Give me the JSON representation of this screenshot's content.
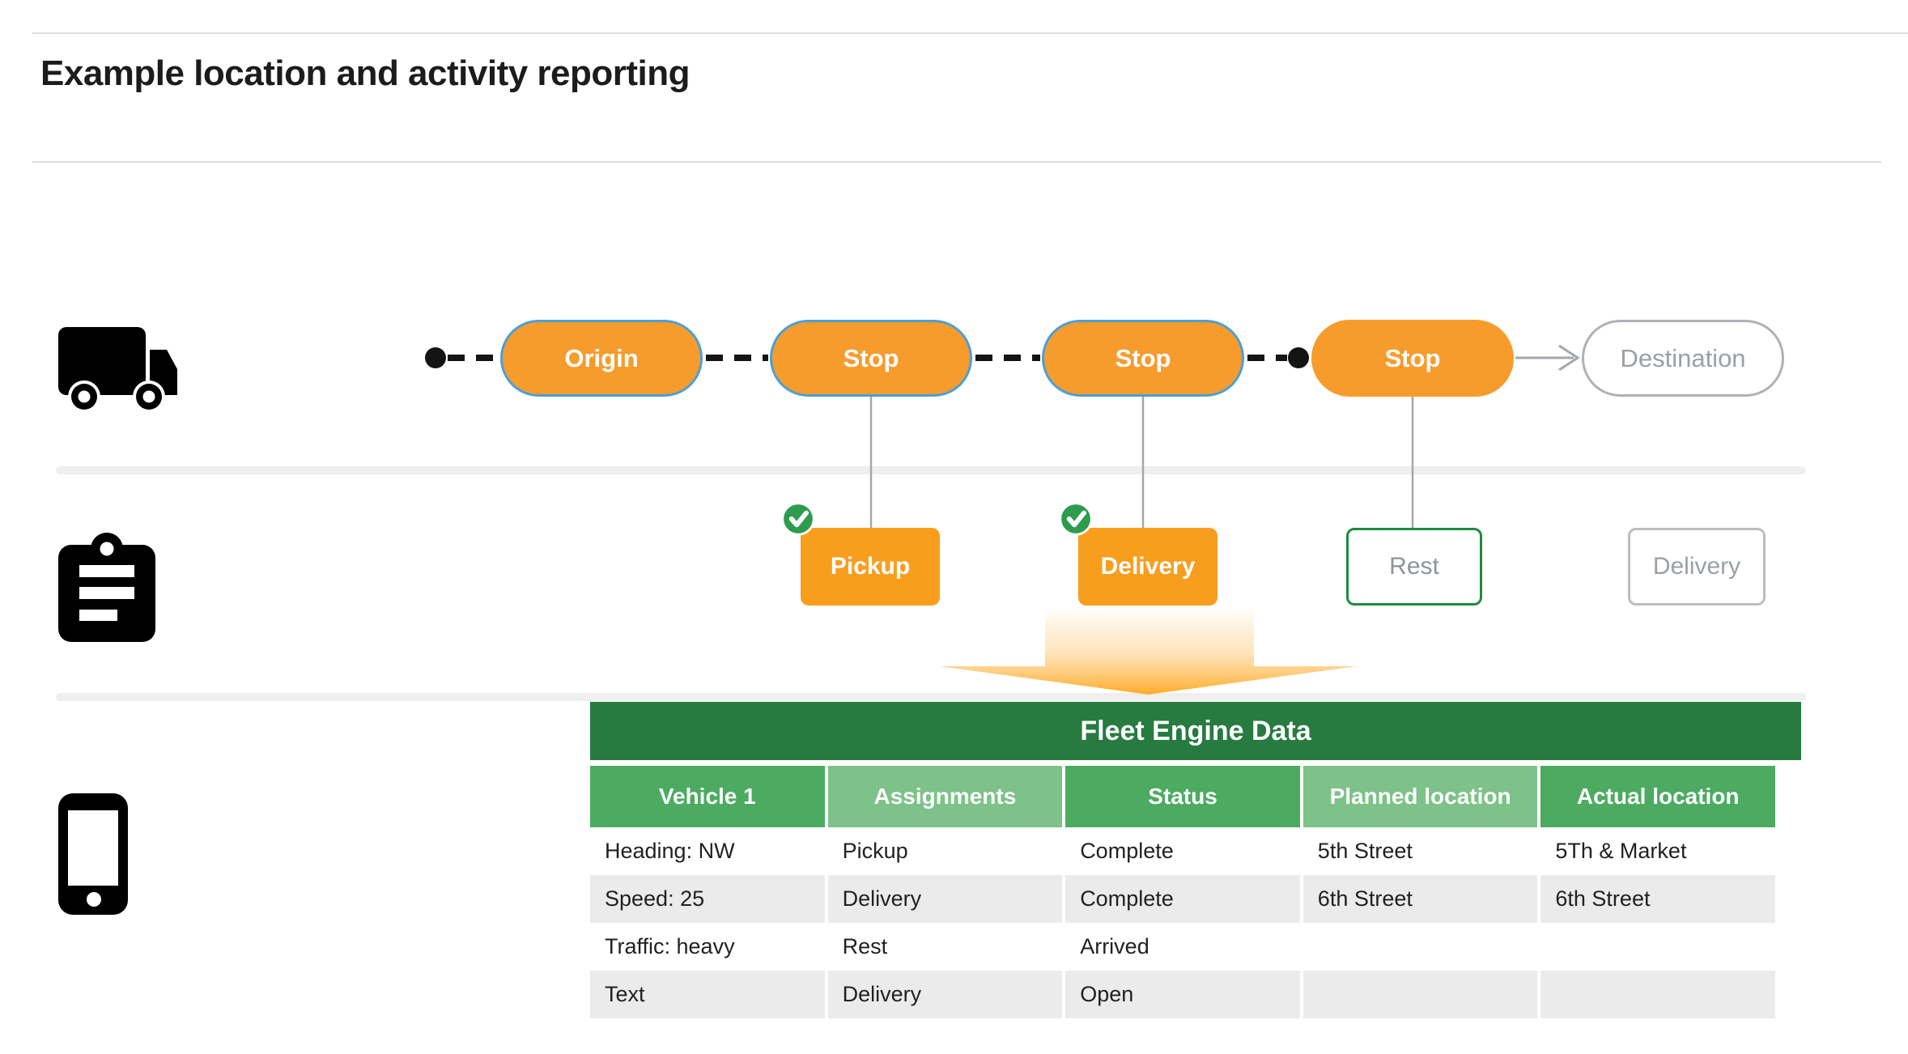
{
  "header": {
    "title": "Example location and activity reporting"
  },
  "journey": {
    "nodes": [
      {
        "label": "Origin",
        "variant": "orange-blue"
      },
      {
        "label": "Stop",
        "variant": "orange-blue"
      },
      {
        "label": "Stop",
        "variant": "orange-blue"
      },
      {
        "label": "Stop",
        "variant": "orange"
      },
      {
        "label": "Destination",
        "variant": "outline-gray"
      }
    ]
  },
  "activities": {
    "items": [
      {
        "label": "Pickup",
        "variant": "orange",
        "checked": true
      },
      {
        "label": "Delivery",
        "variant": "orange",
        "checked": true
      },
      {
        "label": "Rest",
        "variant": "outline-green",
        "checked": false
      },
      {
        "label": "Delivery",
        "variant": "outline-gray",
        "checked": false
      }
    ]
  },
  "icons": {
    "truck": "truck-icon",
    "clipboard": "clipboard-icon",
    "phone": "phone-icon",
    "check": "check-circle-icon",
    "big_arrow": "big-down-arrow-icon",
    "route_arrow": "arrow-right-icon"
  },
  "table": {
    "title": "Fleet Engine Data",
    "columns": [
      "Vehicle 1",
      "Assignments",
      "Status",
      "Planned location",
      "Actual location"
    ],
    "rows": [
      [
        "Heading: NW",
        "Pickup",
        "Complete",
        "5th Street",
        "5Th & Market"
      ],
      [
        "Speed: 25",
        "Delivery",
        "Complete",
        "6th Street",
        "6th Street"
      ],
      [
        "Traffic: heavy",
        "Rest",
        "Arrived",
        "",
        ""
      ],
      [
        "Text",
        "Delivery",
        "Open",
        "",
        ""
      ]
    ]
  },
  "colors": {
    "orange": "#F69C2D",
    "orange_box": "#F89E1F",
    "blue_border": "#4C9FD7",
    "green_dark": "#277B40",
    "green_mid": "#4CAB61",
    "green_light": "#7DC288",
    "green_check": "#2E9B4F",
    "green_border": "#1E8B41",
    "gray_row": "#EBEBEB",
    "gray_text": "#9AA0A6",
    "arrow_orange": "#FFAC26"
  }
}
